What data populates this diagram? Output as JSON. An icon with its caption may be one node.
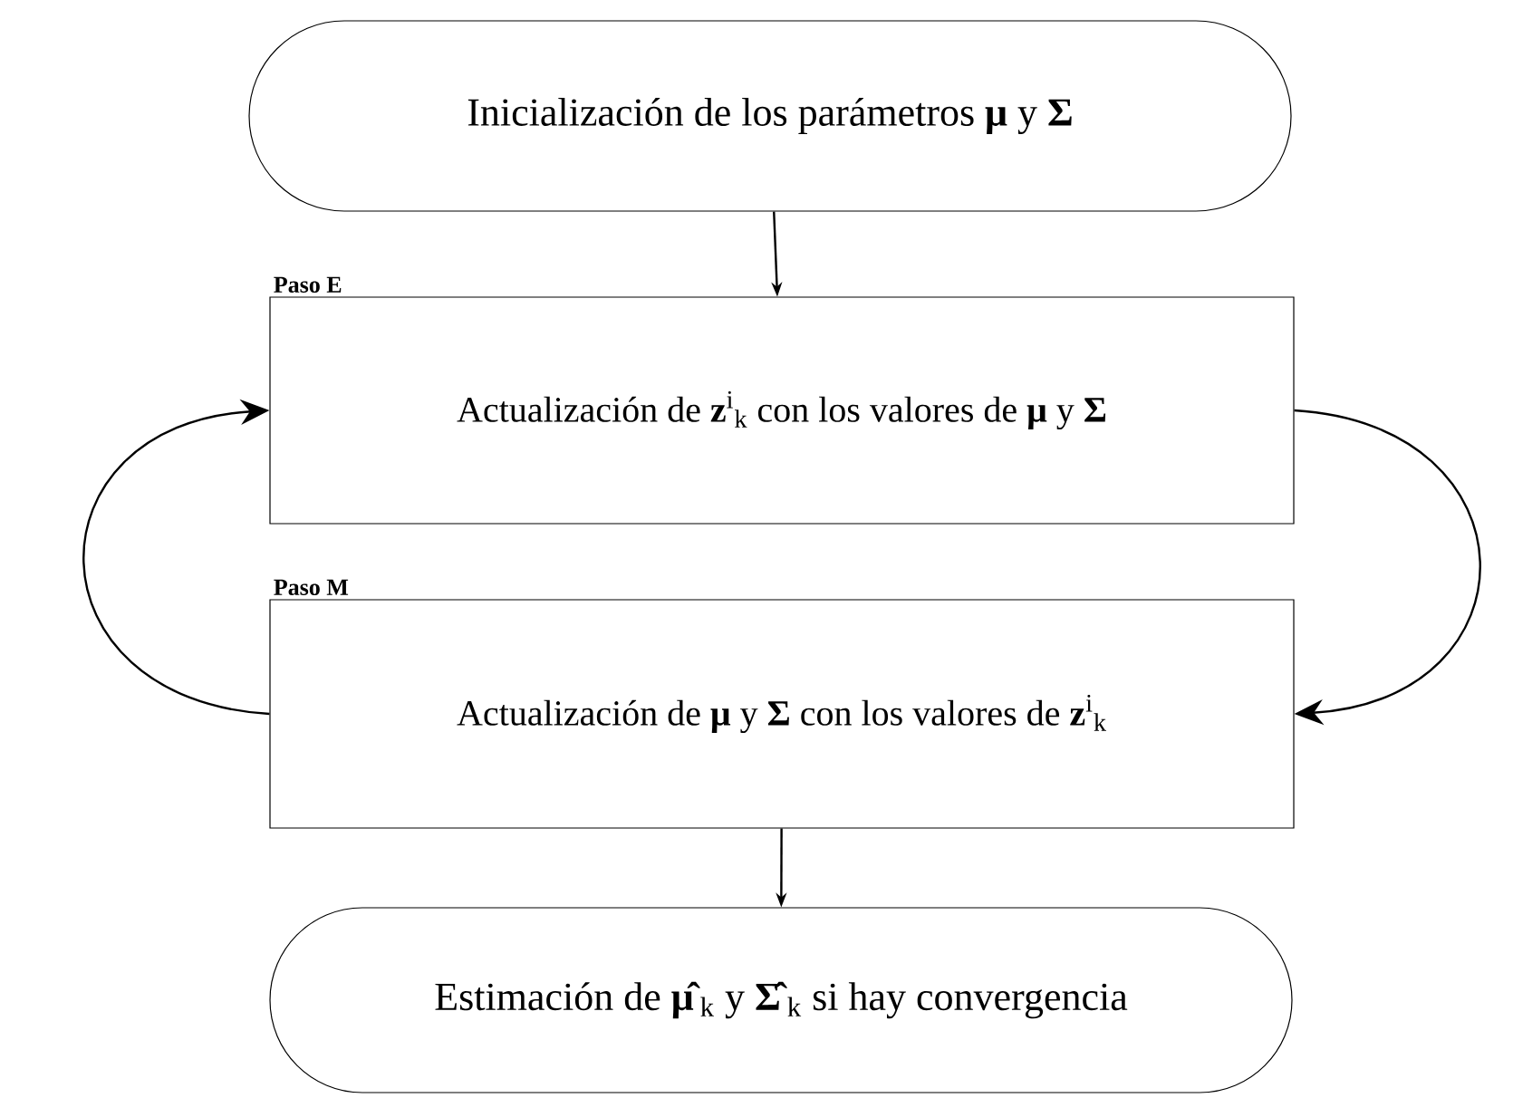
{
  "diagram": {
    "nodes": [
      {
        "text": [
          "Inicialización de los parámetros **μ** y **Σ**"
        ]
      },
      {
        "text": [
          "Paso E",
          "Actualización de **z**$^{i}$$_{k}$ con los valores de **μ** y **Σ**"
        ]
      },
      {
        "text": [
          "Paso M",
          "Actualización de **μ** y **Σ** con los valores de **z**$^{i}$$_{k}$"
        ]
      },
      {
        "text": [
          "Estimación de **μ̂**$_{k}$ y **Σ̂**$_{k}$ si hay convergencia"
        ]
      }
    ],
    "edges": [
      {
        "from": 0,
        "to": 1,
        "arrow": "to"
      },
      {
        "from": 1,
        "to": 2,
        "arrow": "to"
      },
      {
        "from": 2,
        "to": 1,
        "arrow": "to"
      },
      {
        "from": 2,
        "to": 3,
        "arrow": "to"
      }
    ]
  }
}
